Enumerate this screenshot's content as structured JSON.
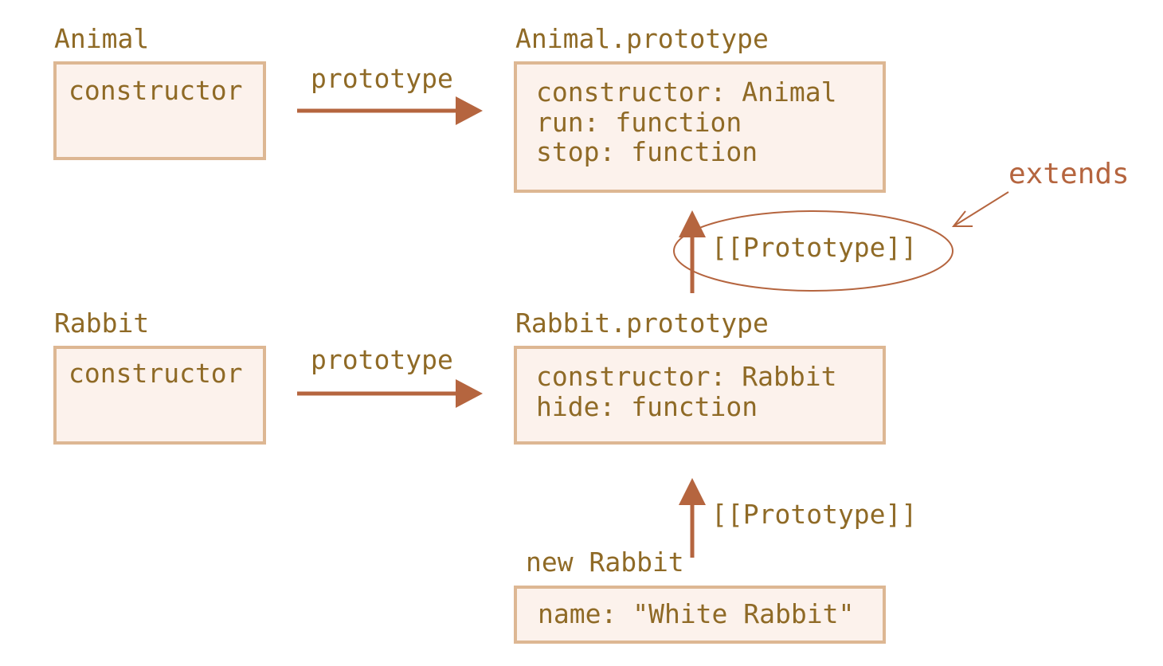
{
  "animal": {
    "title": "Animal",
    "box": "constructor"
  },
  "animal_proto": {
    "title": "Animal.prototype",
    "lines": [
      "constructor: Animal",
      "run: function",
      "stop: function"
    ]
  },
  "rabbit": {
    "title": "Rabbit",
    "box": "constructor"
  },
  "rabbit_proto": {
    "title": "Rabbit.prototype",
    "lines": [
      "constructor: Rabbit",
      "hide: function"
    ]
  },
  "new_rabbit": {
    "title": "new Rabbit",
    "lines": [
      "name: \"White Rabbit\""
    ]
  },
  "edges": {
    "animal_prototype_label": "prototype",
    "rabbit_prototype_label": "prototype",
    "proto_chain_label": "[[Prototype]]",
    "instance_proto_label": "[[Prototype]]",
    "extends_label": "extends"
  },
  "colors": {
    "box_fill": "#fcf2ec",
    "box_border": "#ddb793",
    "text": "#8f6a26",
    "arrow": "#b5653f"
  }
}
